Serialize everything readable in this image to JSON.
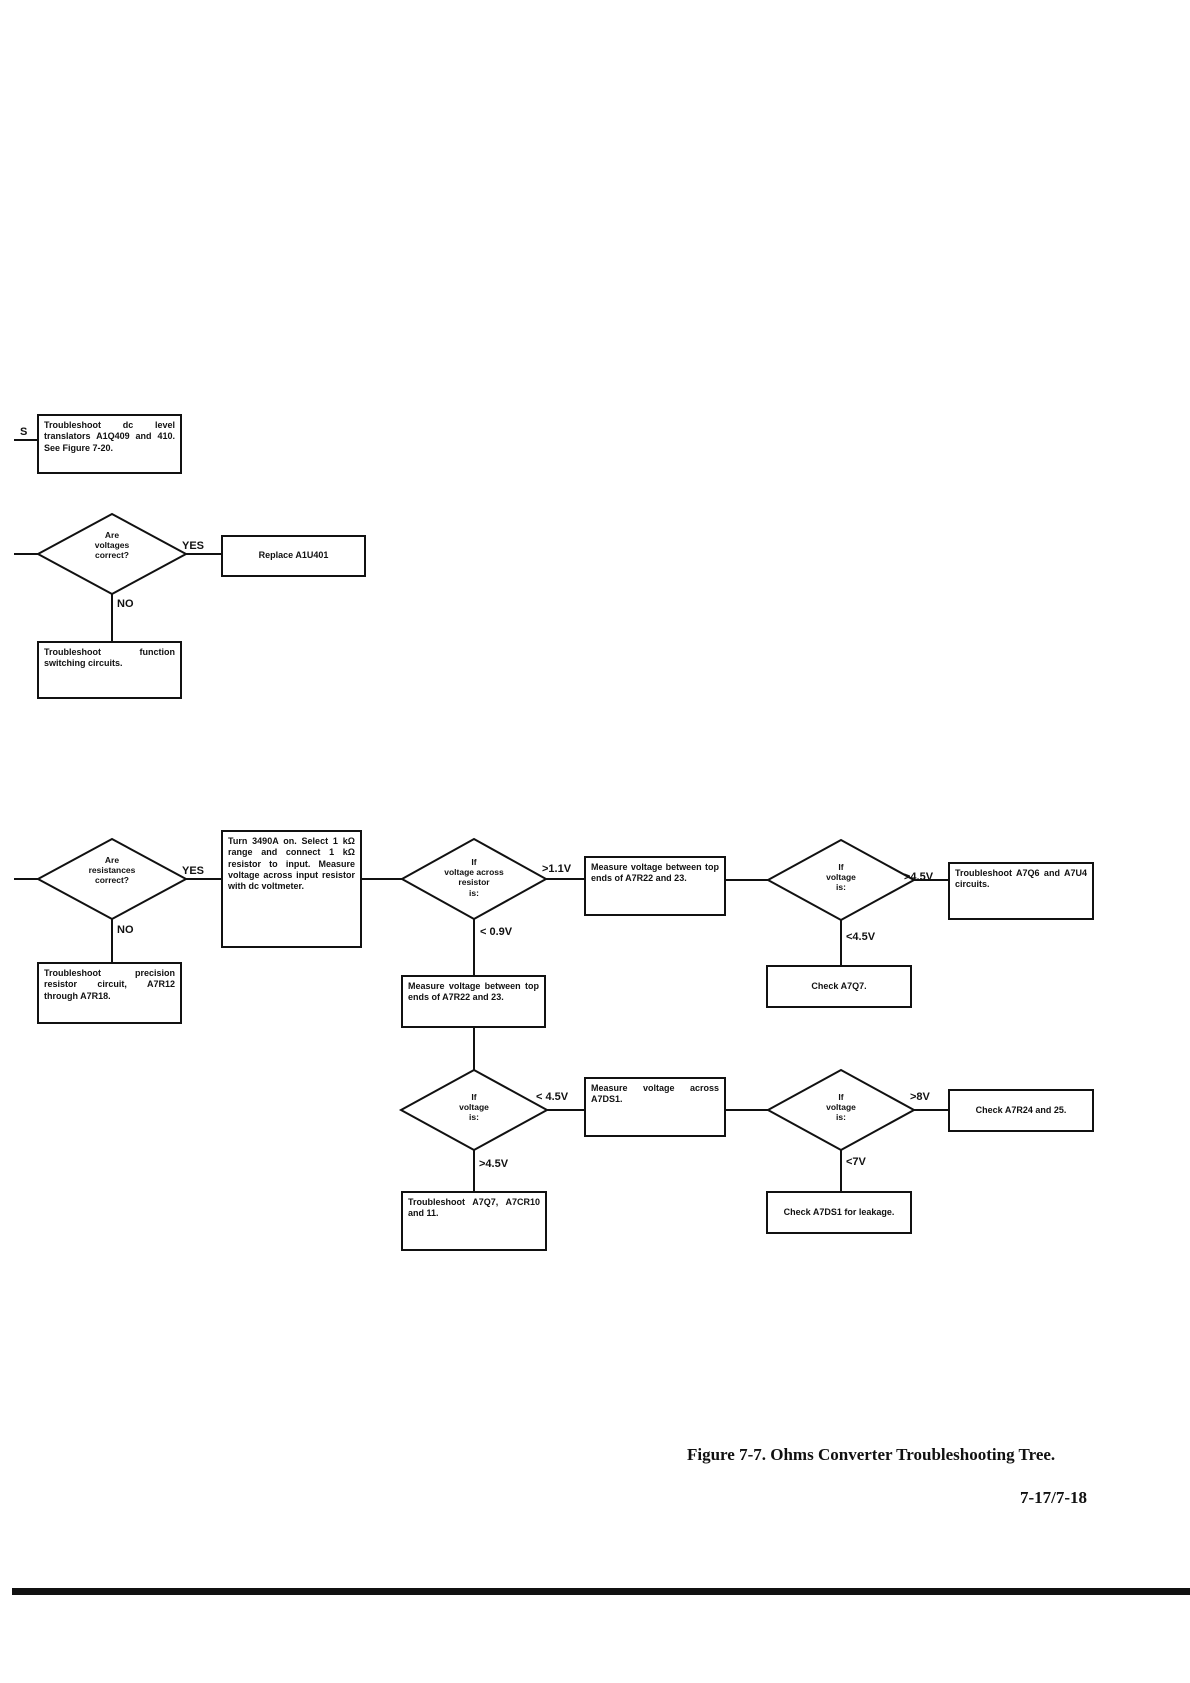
{
  "boxes": {
    "troubleshoot_translators": "Troubleshoot dc level translators A1Q409 and 410. See Figure 7-20.",
    "replace_a1u401": "Replace A1U401",
    "troubleshoot_function": "Troubleshoot function switching circuits.",
    "troubleshoot_precision": "Troubleshoot precision resistor circuit, A7R12 through A7R18.",
    "turn_3490a": "Turn 3490A on. Select 1 kΩ range and connect 1 kΩ resistor to input. Measure voltage across input resistor with dc voltmeter.",
    "measure_top_ends_1": "Measure voltage between top ends of A7R22 and 23.",
    "measure_top_ends_2": "Measure voltage between top ends of A7R22 and 23.",
    "troubleshoot_a7q6": "Troubleshoot A7Q6 and A7U4 circuits.",
    "check_a7q7": "Check A7Q7.",
    "measure_a7ds1": "Measure voltage across A7DS1.",
    "check_a7r24": "Check A7R24 and 25.",
    "check_a7ds1": "Check A7DS1 for leakage.",
    "troubleshoot_a7q7": "Troubleshoot A7Q7, A7CR10 and 11."
  },
  "decisions": {
    "voltages": "Are\nvoltages\ncorrect?",
    "resistances": "Are\nresistances\ncorrect?",
    "voltage_across_resistor": "If\nvoltage across\nresistor\nis:",
    "voltage_1": "If\nvoltage\nis:",
    "voltage_2": "If\nvoltage\nis:",
    "voltage_3": "If\nvoltage\nis:"
  },
  "labels": {
    "s": "S",
    "yes_1": "YES",
    "no_1": "NO",
    "yes_2": "YES",
    "no_2": "NO",
    "gt_1_1v": ">1.1V",
    "lt_0_9v": "< 0.9V",
    "gt_4_5v_a": ">4.5V",
    "lt_4_5v_a": "<4.5V",
    "lt_4_5v_b": "< 4.5V",
    "gt_4_5v_b": ">4.5V",
    "gt_8v": ">8V",
    "lt_7v": "<7V"
  },
  "caption": {
    "figure": "Figure 7-7.  Ohms Converter Troubleshooting Tree.",
    "page": "7-17/7-18"
  }
}
